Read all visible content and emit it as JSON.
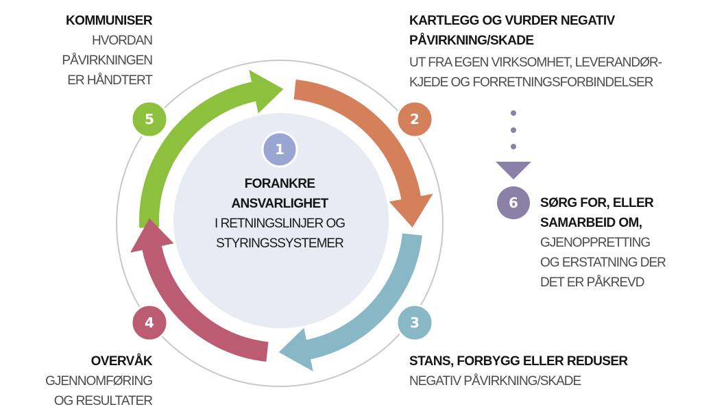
{
  "colors": {
    "step1": "#9aa6d2",
    "step2": "#d4805a",
    "step3": "#88b8c6",
    "step4": "#bc5c72",
    "step5": "#8dc03c",
    "step6": "#8a80a8",
    "inner_circle": "#e8eaf4",
    "outer_ring": "#c8c8c8"
  },
  "steps": [
    {
      "number": "1",
      "title_lines": [
        "FORANKRE",
        "ANSVARLIGHET"
      ],
      "text_lines": [
        "I RETNINGSLINJER OG",
        "STYRINGSSYSTEMER"
      ]
    },
    {
      "number": "2",
      "title_lines": [
        "KARTLEGG OG VURDER NEGATIV",
        "PÅVIRKNING/SKADE"
      ],
      "text_lines": [
        "UT FRA EGEN VIRKSOMHET, LEVERANDØR-",
        "KJEDE OG FORRETNINGSFORBINDELSER"
      ]
    },
    {
      "number": "3",
      "title_lines": [
        "STANS, FORBYGG ELLER REDUSER"
      ],
      "text_lines": [
        "NEGATIV PÅVIRKNING/SKADE"
      ]
    },
    {
      "number": "4",
      "title_lines": [
        "OVERVÅK"
      ],
      "text_lines": [
        "GJENNOMFØRING",
        "OG RESULTATER"
      ]
    },
    {
      "number": "5",
      "title_lines": [
        "KOMMUNISER"
      ],
      "text_lines": [
        "HVORDAN",
        "PÅVIRKNINGEN",
        "ER HÅNDTERT"
      ]
    },
    {
      "number": "6",
      "title_lines": [
        "SØRG FOR, ELLER",
        "SAMARBEID OM,"
      ],
      "text_lines": [
        "GJENOPPRETTING",
        "OG ERSTATNING DER",
        "DET ER PÅKREVD"
      ]
    }
  ]
}
